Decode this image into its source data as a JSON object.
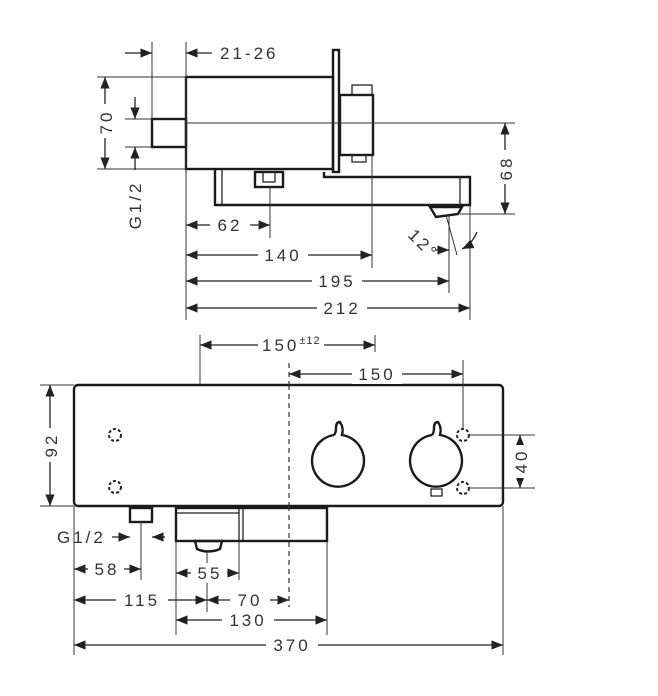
{
  "side_view": {
    "dim_wall_gap": "21-26",
    "dim_height": "70",
    "dim_inlet": "G1/2",
    "dim_spout_height": "68",
    "dim_62": "62",
    "dim_140": "140",
    "dim_195": "195",
    "dim_212": "212",
    "dim_angle": "12°"
  },
  "front_view": {
    "dim_150_tol_value": "150",
    "dim_150_tol": "±12",
    "dim_150": "150",
    "dim_height": "92",
    "dim_hole_spacing": "40",
    "dim_inlet": "G1/2",
    "dim_58": "58",
    "dim_55": "55",
    "dim_115": "115",
    "dim_70": "70",
    "dim_130": "130",
    "dim_370": "370"
  },
  "colors": {
    "line": "#222222",
    "text": "#333333"
  }
}
